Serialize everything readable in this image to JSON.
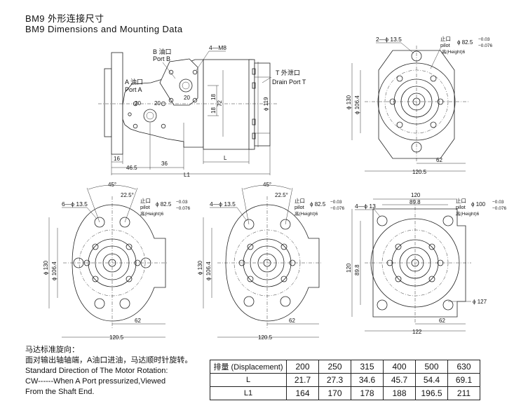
{
  "header": {
    "title_cn": "BM9  外形连接尺寸",
    "title_en": "BM9  Dimensions and Mounting Data"
  },
  "side_view": {
    "port_b_cn": "B 油口",
    "port_b_en": "Port B",
    "port_a_cn": "A 油口",
    "port_a_en": "Port A",
    "thread": "4—M8",
    "drain_cn": "T 外泄口",
    "drain_en": "Drain Port T",
    "dim_20a": "20",
    "dim_20b": "20",
    "dim_20c": "20",
    "dim_18a": "18",
    "dim_18b": "18",
    "dim_72": "72",
    "dim_119": "ϕ 119",
    "dim_16": "16",
    "dim_465": "46.5",
    "dim_36": "36",
    "dim_L": "L",
    "dim_L1": "L1"
  },
  "view_top_right": {
    "holes": "2—ϕ 13.5",
    "pilot_cn": "止口",
    "pilot_en": "pilot",
    "pilot_dia": "ϕ 82.5",
    "tol_up": "−0.03",
    "tol_dn": "−0.076",
    "height": "高(Height)6",
    "d130": "ϕ 130",
    "d1064": "ϕ 106.4",
    "w62": "62",
    "w1205": "120.5"
  },
  "view_bl": {
    "ang45": "45°",
    "ang225": "22.5°",
    "holes": "6—ϕ 13.5",
    "pilot_cn": "止口",
    "pilot_en": "pilot",
    "pilot_dia": "ϕ 82.5",
    "tol_up": "−0.03",
    "tol_dn": "−0.076",
    "height": "高(Height)6",
    "d130": "ϕ 130",
    "d1064": "ϕ 106.4",
    "w62": "62",
    "w1205": "120.5"
  },
  "view_bm": {
    "ang45": "45°",
    "ang225": "22.5°",
    "holes": "4—ϕ 13.5",
    "pilot_cn": "止口",
    "pilot_en": "pilot",
    "pilot_dia": "ϕ 82.5",
    "tol_up": "−0.03",
    "tol_dn": "−0.076",
    "height": "高(Height)6",
    "d130": "ϕ 130",
    "d1064": "ϕ 106.4",
    "w62": "62",
    "w1205": "120.5"
  },
  "view_br": {
    "w120": "120",
    "w898": "89.8",
    "holes": "4—ϕ 13",
    "pilot_cn": "止口",
    "pilot_en": "pilot",
    "pilot_dia": "ϕ 100",
    "tol_up": "−0.03",
    "tol_dn": "−0.076",
    "height": "高(Height)6",
    "h120": "120",
    "h898": "89.8",
    "d127": "ϕ 127",
    "w62": "62",
    "w122": "122"
  },
  "notes": {
    "cn1": "马达标准旋向：",
    "cn2": "面对输出轴轴端，A油口进油，马达顺时针旋转。",
    "en1": "Standard Direction of The Motor Rotation:",
    "en2": "CW------When A Port pressurized,Viewed",
    "en3": "From the Shaft End."
  },
  "table": {
    "header": "排量 (Displacement)",
    "displacements": [
      "200",
      "250",
      "315",
      "400",
      "500",
      "630"
    ],
    "row_L_label": "L",
    "row_L": [
      "21.7",
      "27.3",
      "34.6",
      "45.7",
      "54.4",
      "69.1"
    ],
    "row_L1_label": "L1",
    "row_L1": [
      "164",
      "170",
      "178",
      "188",
      "196.5",
      "211"
    ]
  }
}
